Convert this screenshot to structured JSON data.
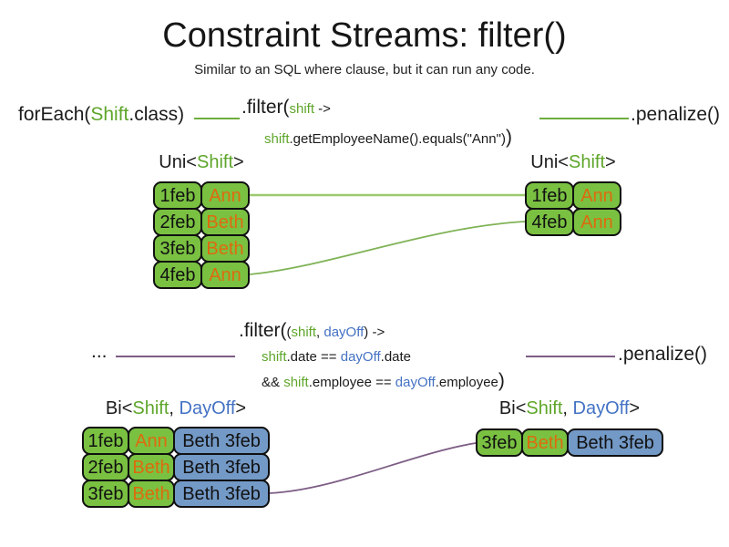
{
  "title": "Constraint Streams: filter()",
  "subtitle": "Similar to an SQL where clause, but it can run any code.",
  "colors": {
    "cell_green": "#7ac142",
    "cell_blue": "#7399c6",
    "shift_text_green": "#5ea62a",
    "dayoff_text_blue": "#4472c4",
    "employee_text_orange": "#dd6b0d",
    "code_connector_green": "#6fad3d",
    "uni_connector_green": "#9cc96f",
    "bi_connector_purple": "#7d5d85",
    "text_black": "#1b1b1b"
  },
  "stream_uni": {
    "foreach": {
      "pre": "forEach(",
      "type": "Shift",
      "post": ".class)"
    },
    "filter": {
      "head_pre": ".filter(",
      "param": "shift",
      "head_post": " ->",
      "body_param": "shift",
      "body_rest": ".getEmployeeName().equals(\"Ann\")",
      "close": ")"
    },
    "penalize": ".penalize()",
    "label": {
      "pre": "Uni<",
      "type": "Shift",
      "post": ">"
    },
    "left_table": {
      "rows": [
        {
          "date": "1feb",
          "employee": "Ann"
        },
        {
          "date": "2feb",
          "employee": "Beth"
        },
        {
          "date": "3feb",
          "employee": "Beth"
        },
        {
          "date": "4feb",
          "employee": "Ann"
        }
      ]
    },
    "right_table": {
      "rows": [
        {
          "date": "1feb",
          "employee": "Ann"
        },
        {
          "date": "4feb",
          "employee": "Ann"
        }
      ]
    }
  },
  "stream_bi": {
    "source": "...",
    "filter": {
      "head_pre": ".filter(",
      "open2": "(",
      "param1": "shift",
      "comma": ", ",
      "param2": "dayOff",
      "head_post": ") ->",
      "line2": {
        "p1": "shift",
        "m1": ".date == ",
        "p2": "dayOff",
        "m2": ".date"
      },
      "line3": {
        "pre": "&& ",
        "p1": "shift",
        "m1": ".employee == ",
        "p2": "dayOff",
        "m2": ".employee",
        "close": ")"
      }
    },
    "penalize": ".penalize()",
    "label": {
      "pre": "Bi<",
      "type1": "Shift",
      "comma": ", ",
      "type2": "DayOff",
      "post": ">"
    },
    "left_table": {
      "rows": [
        {
          "date": "1feb",
          "employee": "Ann",
          "dayoff": "Beth 3feb"
        },
        {
          "date": "2feb",
          "employee": "Beth",
          "dayoff": "Beth 3feb"
        },
        {
          "date": "3feb",
          "employee": "Beth",
          "dayoff": "Beth 3feb"
        }
      ]
    },
    "right_table": {
      "rows": [
        {
          "date": "3feb",
          "employee": "Beth",
          "dayoff": "Beth 3feb"
        }
      ]
    }
  }
}
